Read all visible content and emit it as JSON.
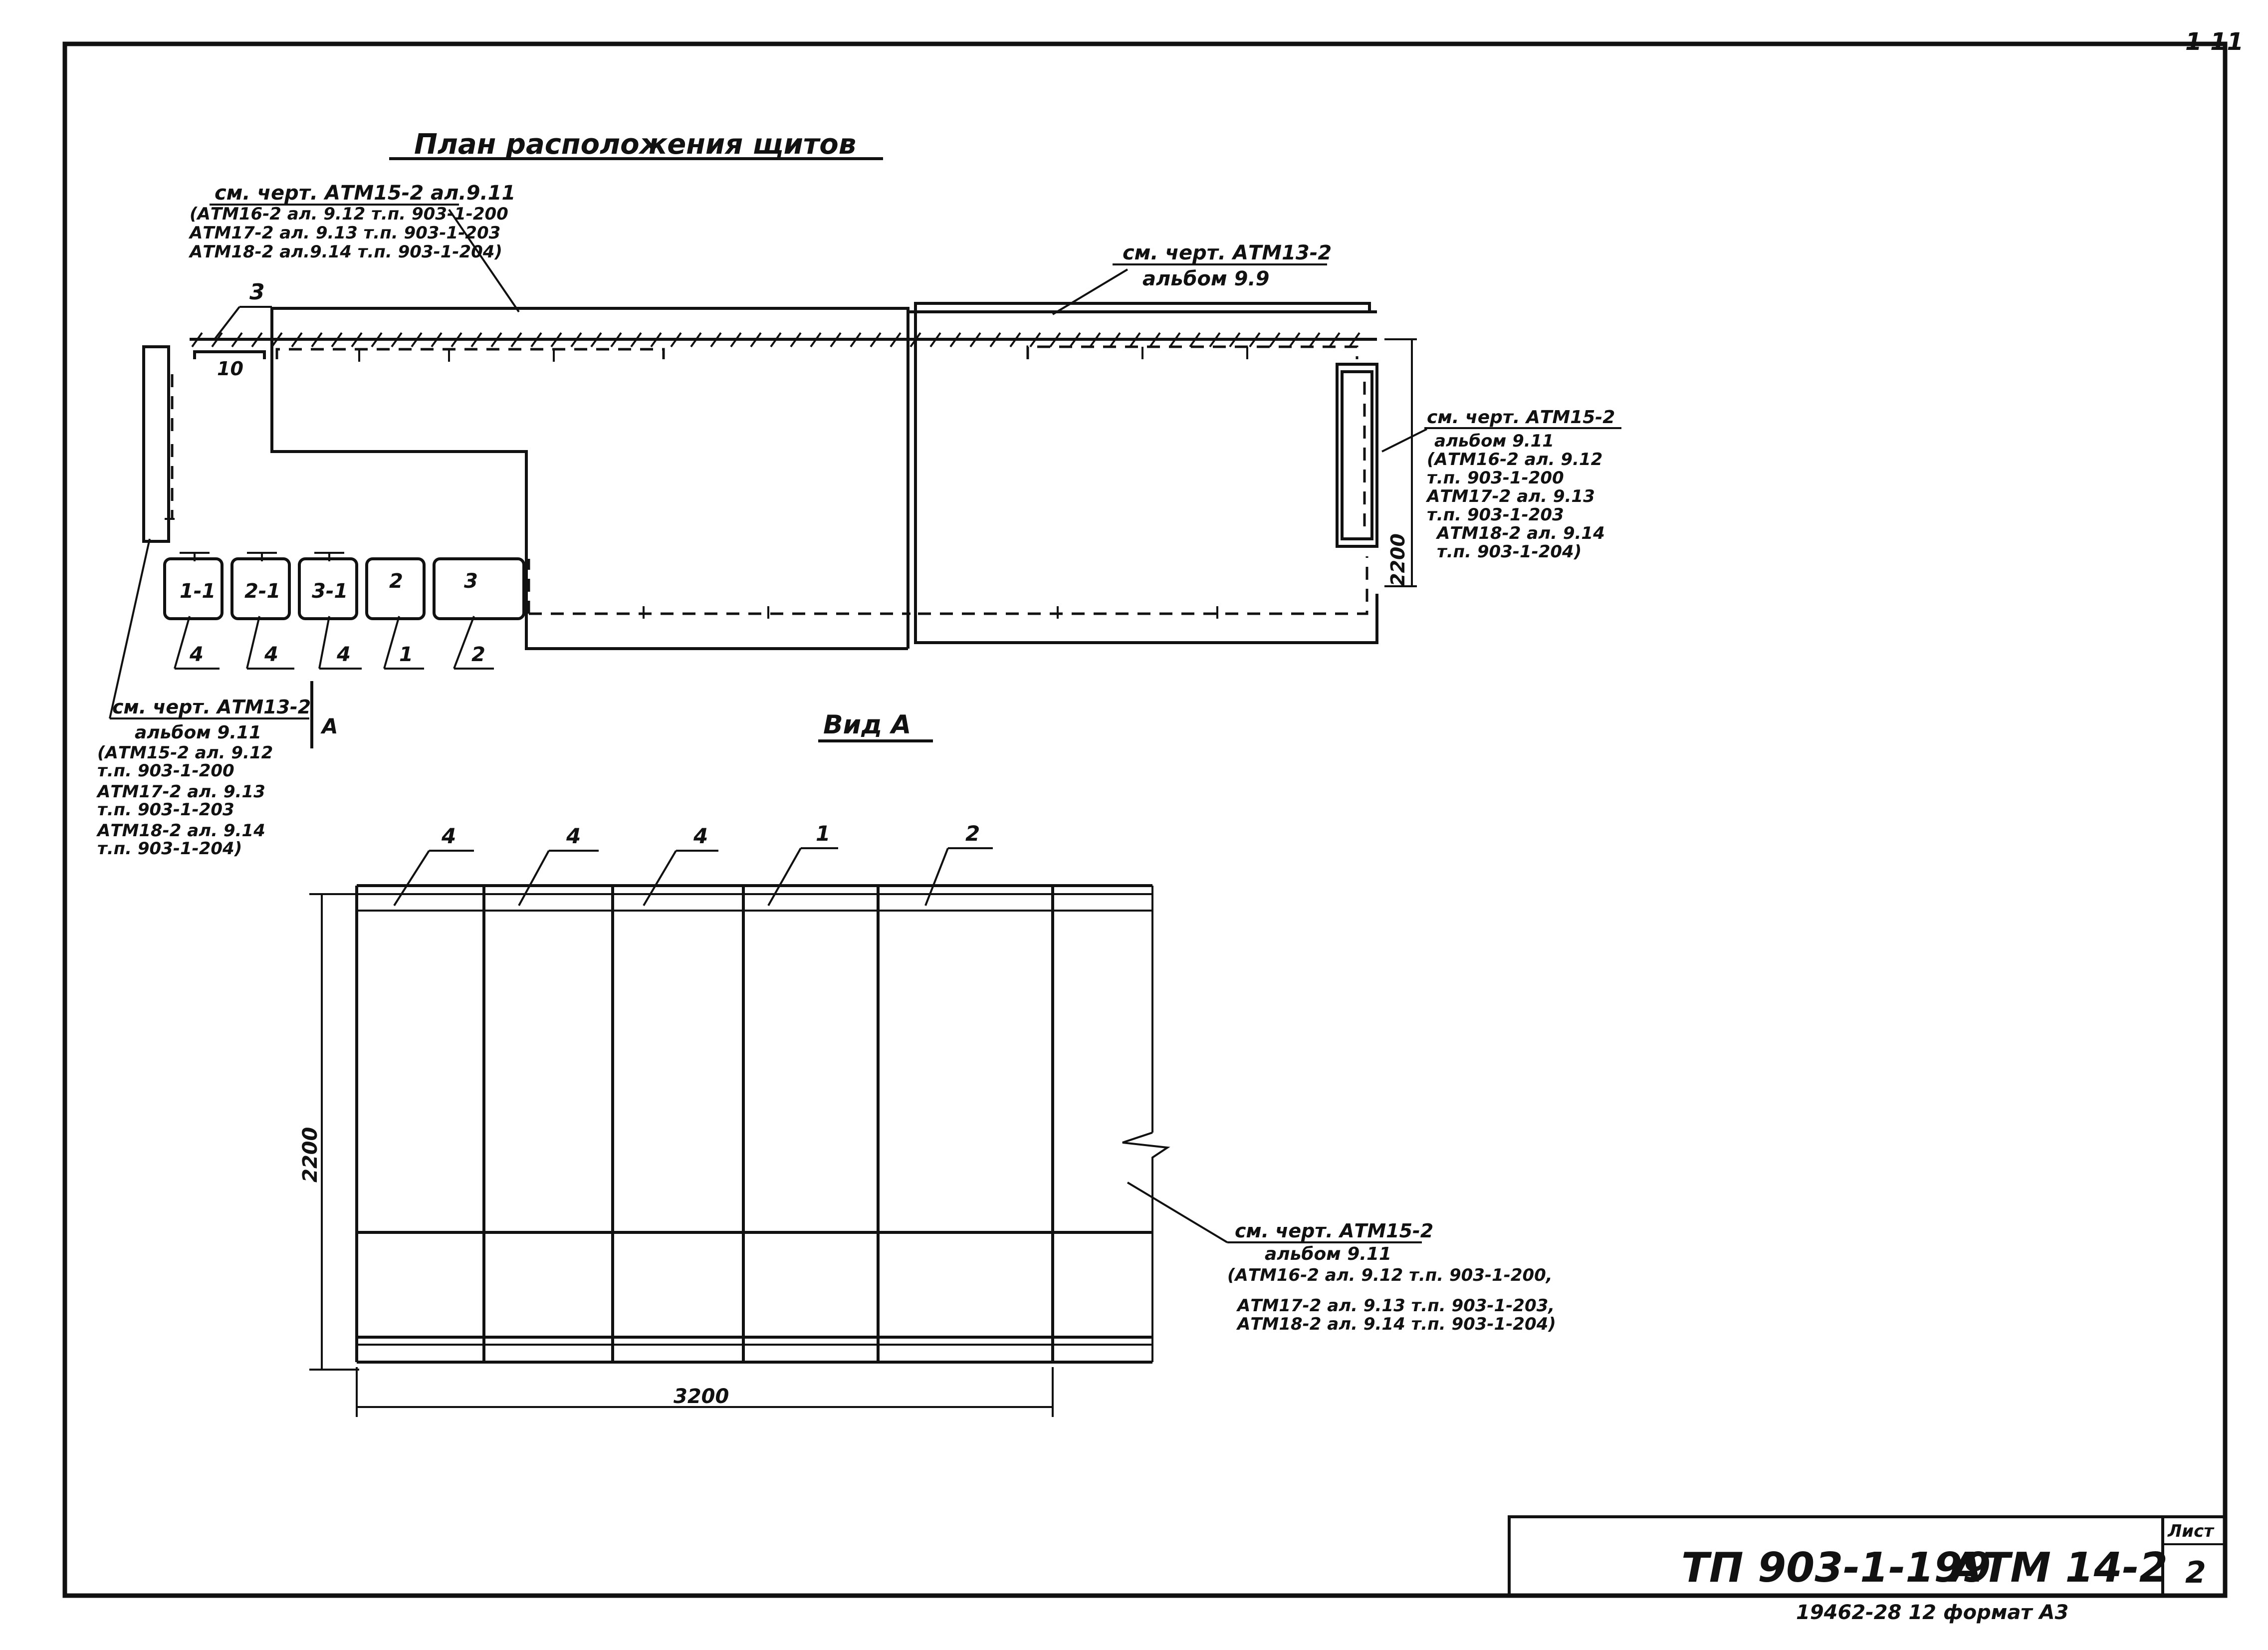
{
  "sheet_corner_number": "1 11",
  "plan": {
    "title": "План расположения щитов",
    "callout_top_left": [
      "см. черт. АТМ15-2 ал.9.11",
      "(АТМ16-2 ал. 9.12 т.п. 903-1-200",
      "АТМ17-2 ал. 9.13 т.п. 903-1-203",
      "АТМ18-2 ал.9.14 т.п. 903-1-204)"
    ],
    "callout_top_right": [
      "см. черт. АТМ13-2",
      "альбом 9.9"
    ],
    "callout_right": [
      "см. черт. АТМ15-2",
      "альбом 9.11",
      "(АТМ16-2 ал. 9.12",
      "т.п. 903-1-200",
      "АТМ17-2 ал. 9.13",
      "т.п. 903-1-203",
      "АТМ18-2 ал. 9.14",
      "т.п. 903-1-204)"
    ],
    "callout_left": [
      "см. черт. АТМ13-2",
      "альбом 9.11",
      "(АТМ15-2 ал. 9.12",
      "т.п. 903-1-200",
      "АТМ17-2 ал. 9.13",
      "т.п. 903-1-203",
      "АТМ18-2 ал. 9.14",
      "т.п. 903-1-204)"
    ],
    "label_3_top": "3",
    "label_10": "10",
    "panels": [
      "1-1",
      "2-1",
      "3-1",
      "2",
      "3"
    ],
    "positions": [
      "4",
      "4",
      "4",
      "1",
      "2"
    ],
    "dim_2200": "2200",
    "view_marker": "А"
  },
  "view_a": {
    "title": "Вид А",
    "positions": [
      "4",
      "4",
      "4",
      "1",
      "2"
    ],
    "dim_height": "2200",
    "dim_width": "3200",
    "callout": [
      "см. черт. АТМ15-2",
      "альбом 9.11",
      "(АТМ16-2 ал. 9.12 т.п. 903-1-200,",
      "АТМ17-2 ал. 9.13 т.п. 903-1-203,",
      "АТМ18-2 ал. 9.14 т.п. 903-1-204)"
    ]
  },
  "title_block": {
    "doc_code": "ТП 903-1-199",
    "drawing_code": "АТМ 14-2",
    "sheet_label": "Лист",
    "sheet_number": "2",
    "bottom_note": "19462-28  12  формат А3"
  }
}
